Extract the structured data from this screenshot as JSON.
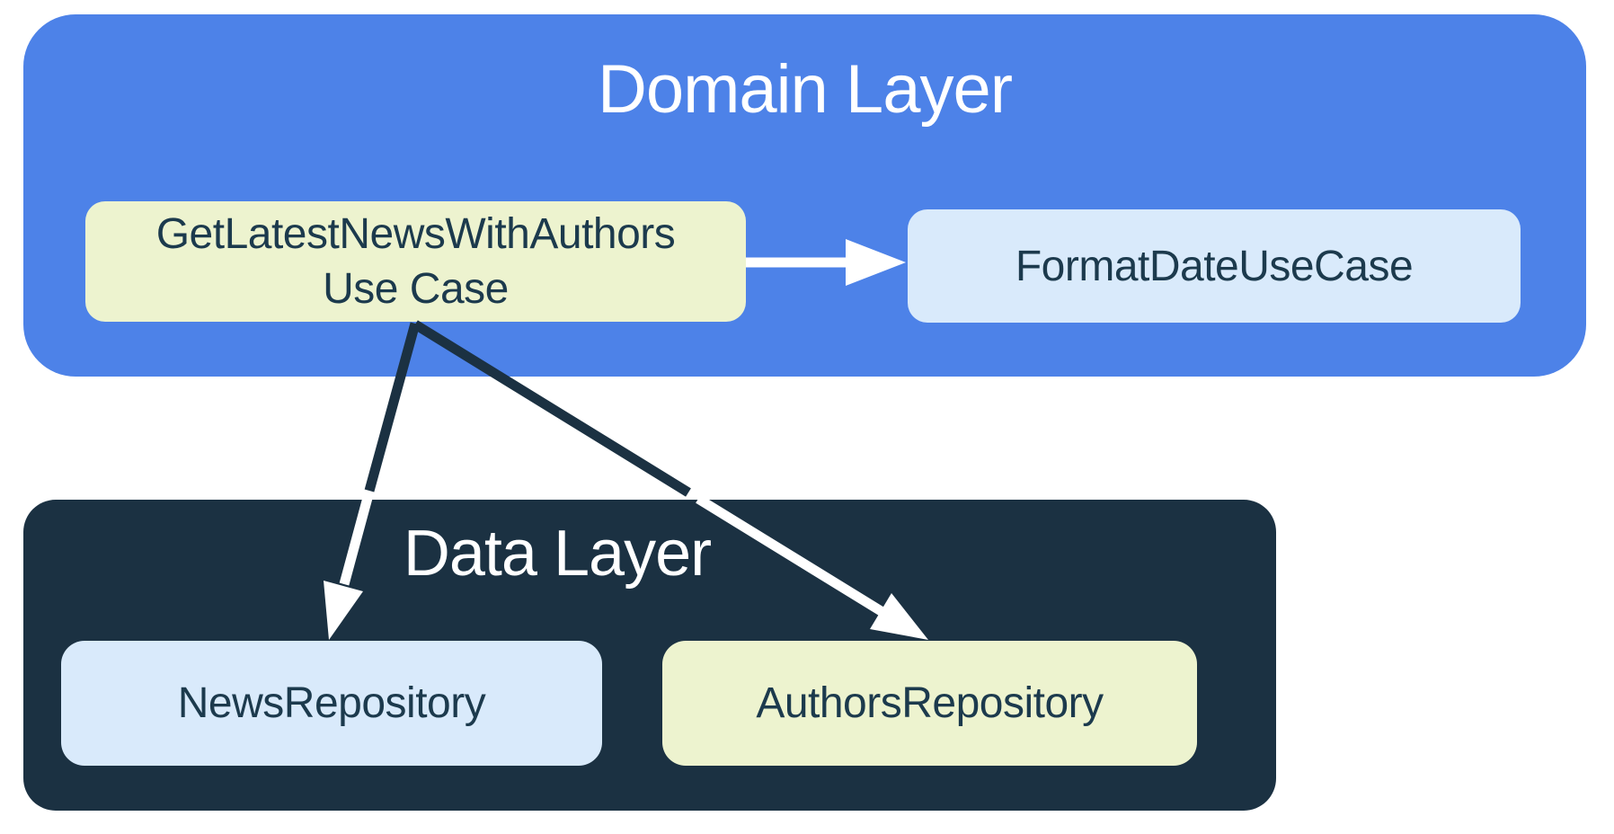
{
  "colors": {
    "page_bg": "#ffffff",
    "domain_blue": "#4d82e8",
    "navy": "#1b3142",
    "cream": "#edf3cf",
    "light_blue": "#d9eafb",
    "white": "#ffffff",
    "text_dark": "#1c3a4d"
  },
  "domain_layer": {
    "title": "Domain Layer",
    "use_case_box": {
      "line1": "GetLatestNewsWithAuthors",
      "line2": "Use Case"
    },
    "format_date_box": {
      "label": "FormatDateUseCase"
    }
  },
  "data_layer": {
    "title": "Data Layer",
    "news_repo_box": {
      "label": "NewsRepository"
    },
    "authors_repo_box": {
      "label": "AuthorsRepository"
    }
  }
}
